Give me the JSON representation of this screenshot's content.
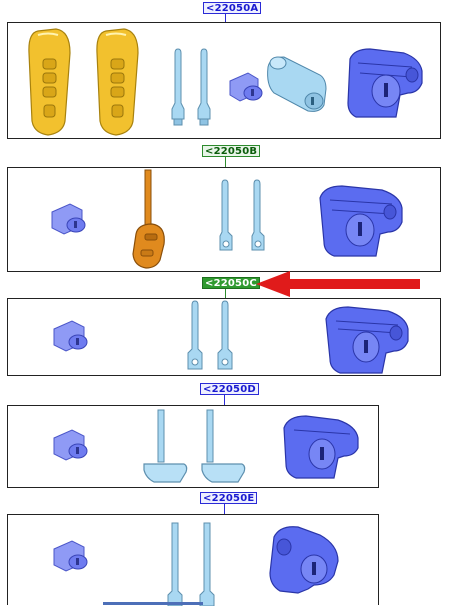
{
  "diagram": {
    "groups": [
      {
        "id": "a",
        "code": "<22050A"
      },
      {
        "id": "b",
        "code": "<22050B"
      },
      {
        "id": "c",
        "code": "<22050C",
        "highlighted": true
      },
      {
        "id": "d",
        "code": "<22050D"
      },
      {
        "id": "e",
        "code": "<22050E"
      }
    ]
  },
  "colors": {
    "tag_blue": "#2a2ad6",
    "tag_green": "#2d8a2d",
    "arrow": "#e01b1b",
    "remote_key": "#f2c12e",
    "plastic_key": "#e08a1e",
    "blank_key": "#a9d8f2",
    "lock_cylinder": "#5b6cf0"
  }
}
